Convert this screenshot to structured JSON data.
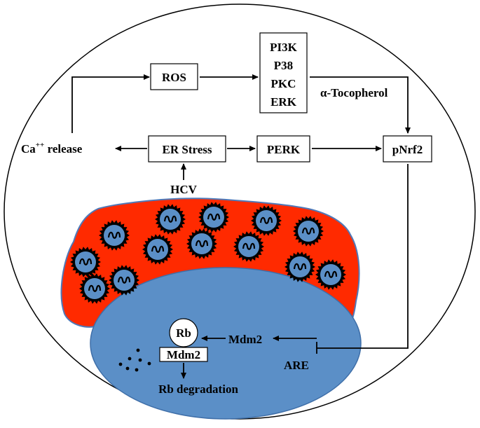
{
  "nodes": {
    "ros": "ROS",
    "kinases": [
      "PI3K",
      "P38",
      "PKC",
      "ERK"
    ],
    "tocopherol": "α-Tocopherol",
    "ca_release_main": "Ca",
    "ca_release_sup": "++",
    "ca_release_rest": " release",
    "er_stress": "ER Stress",
    "perk": "PERK",
    "pnrf2": "pNrf2",
    "hcv": "HCV",
    "mdm2": "Mdm2",
    "are": "ARE",
    "rb": "Rb",
    "rb_mdm2": "Mdm2",
    "rb_degradation": "Rb degradation"
  },
  "colors": {
    "cytoplasm": "#ff2a00",
    "cytoplasm_edge": "#4f79b8",
    "nucleus": "#5b8fc7",
    "nucleus_edge": "#3e6ea8",
    "virus": "#5b8fc7",
    "virus_spikes": "#000000"
  },
  "icons": [
    "hcv-virus-icon",
    "degradation-dots-icon"
  ]
}
